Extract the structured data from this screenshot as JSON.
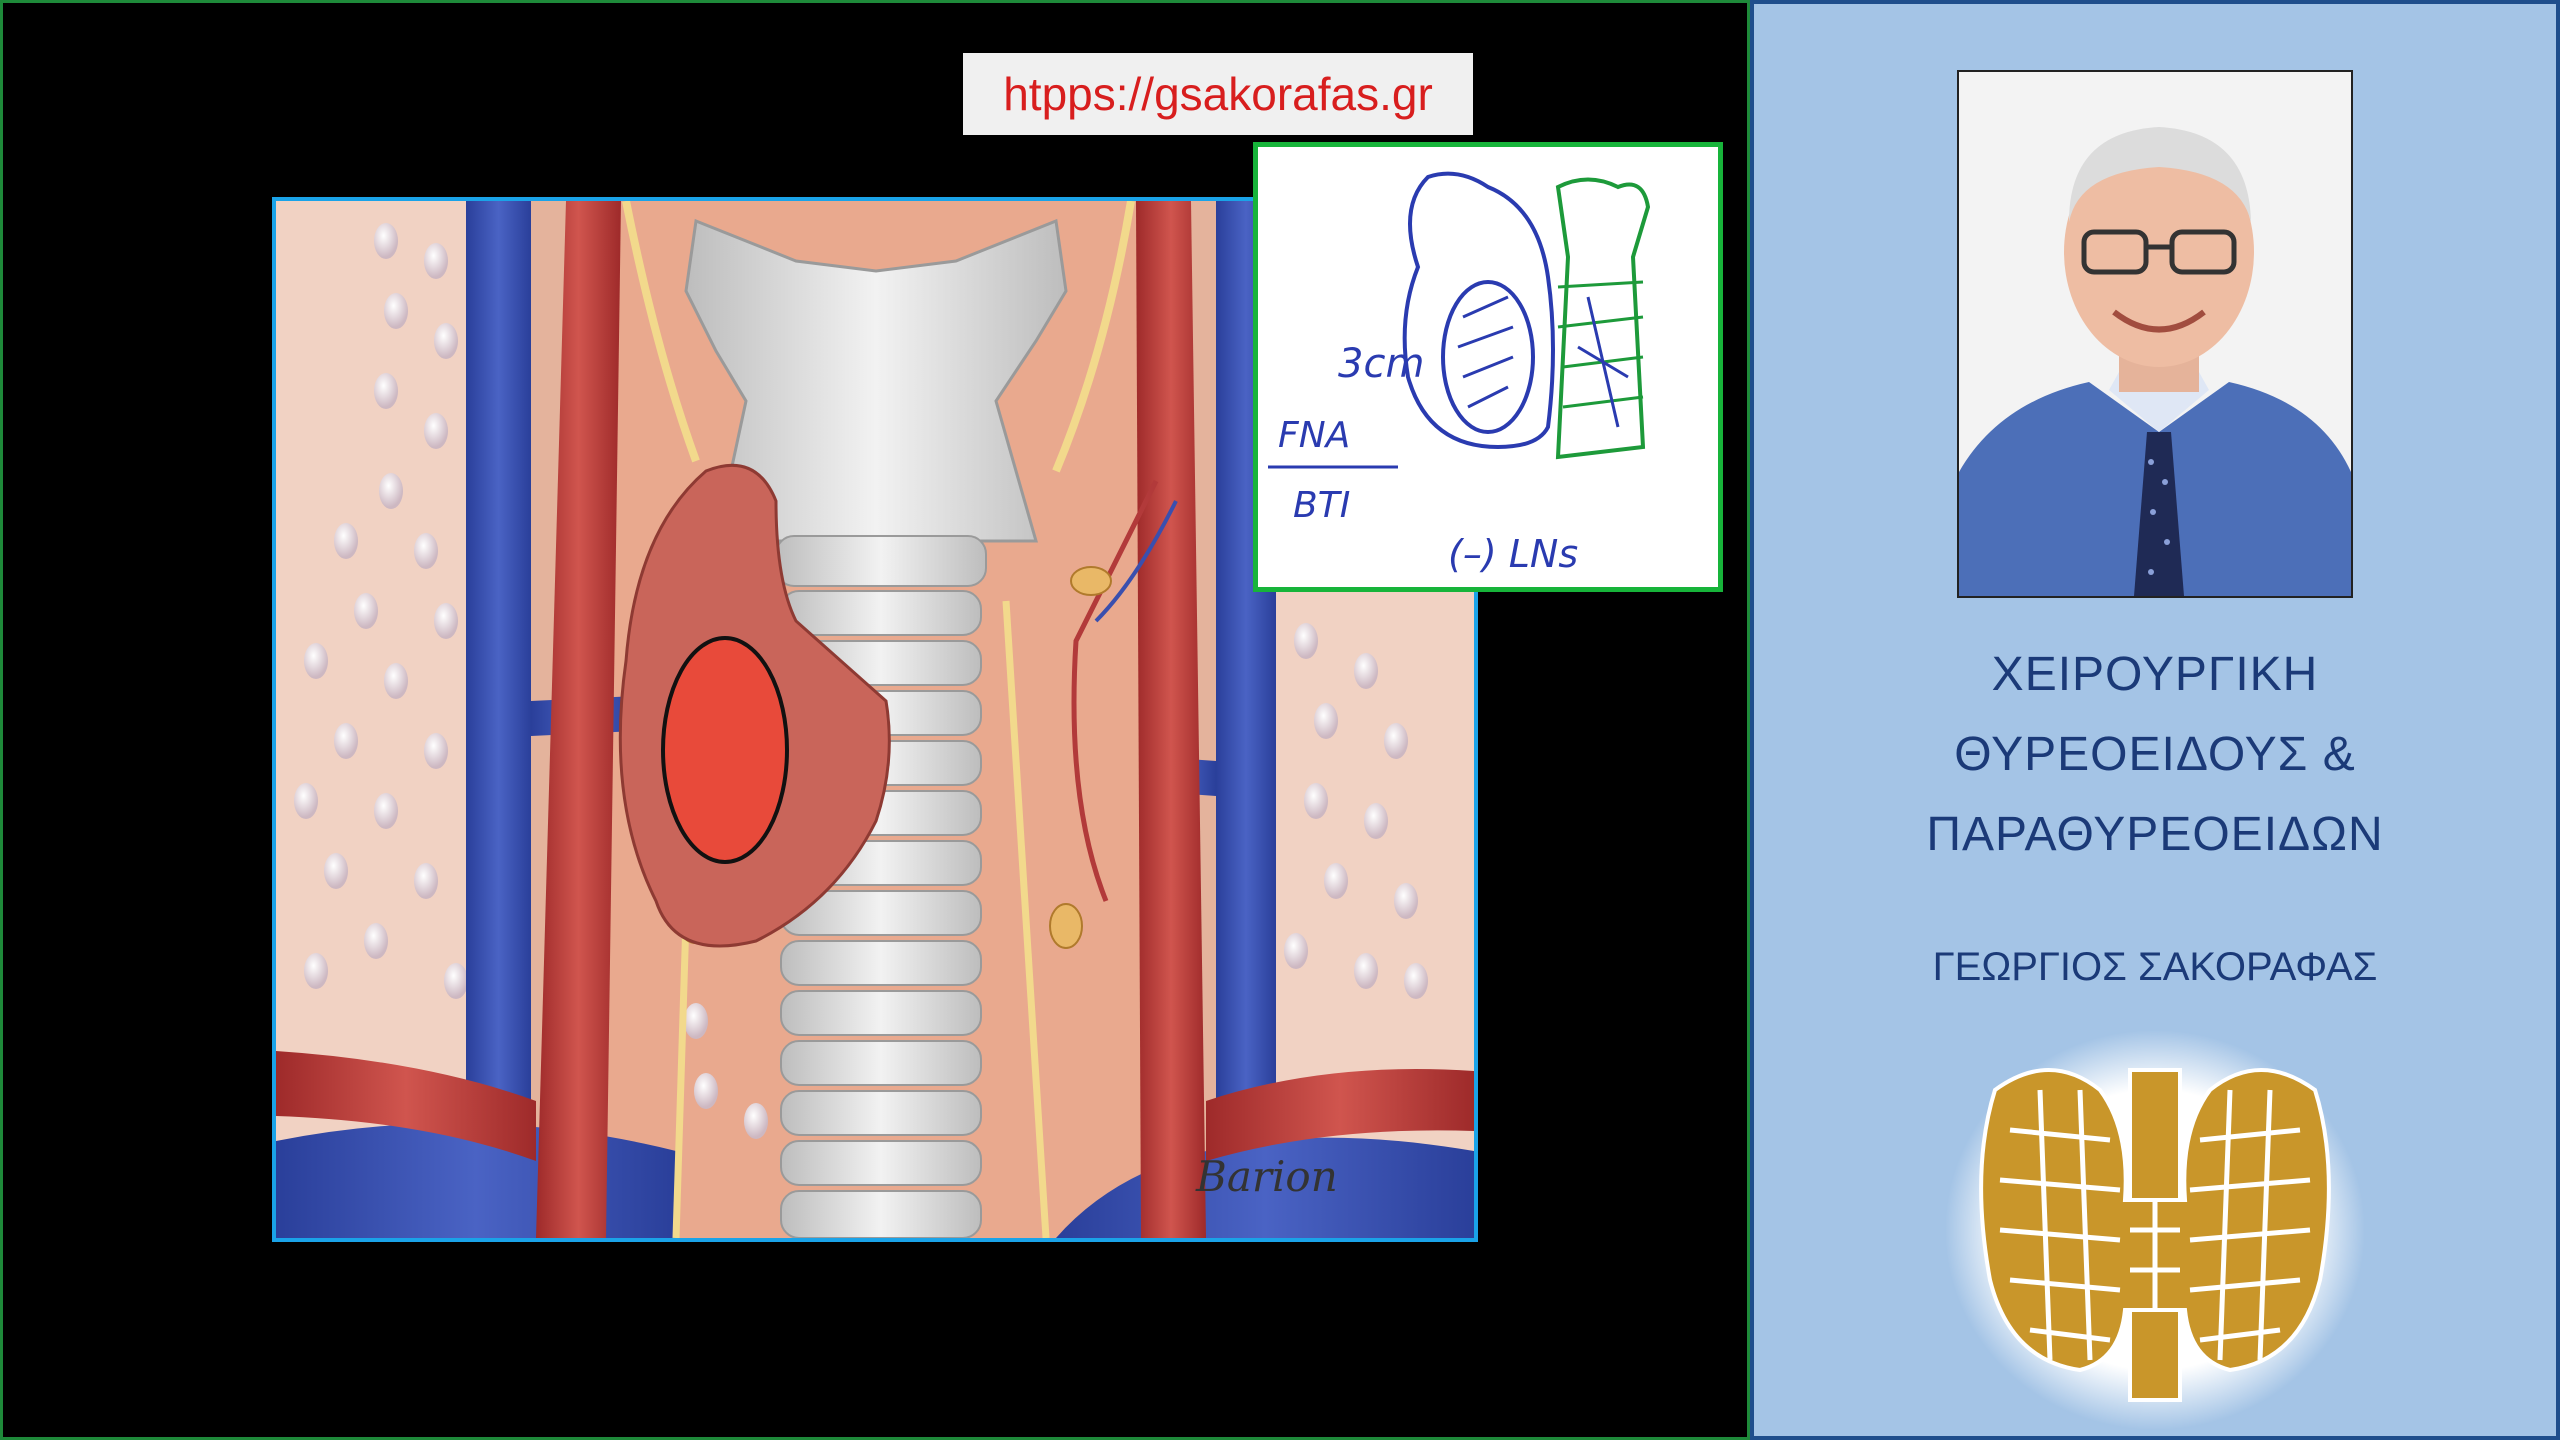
{
  "website_url": "htpps://gsakorafas.gr",
  "title_lines": [
    "ΧΕΙΡΟΥΡΓΙΚΗ",
    "ΘΥΡΕΟΕΙΔΟΥΣ &",
    "ΠΑΡΑΘΥΡΕΟΕΙΔΩΝ"
  ],
  "author": "ΓΕΩΡΓΙΟΣ ΣΑΚΟΡΑΦΑΣ",
  "sketch_notes": {
    "size": "3cm",
    "procedure_top": "FNA",
    "procedure_bottom": "BTI",
    "nodes": "(–) LNs"
  },
  "colors": {
    "main_border": "#1e8a3a",
    "sidebar_background": "#a4c4e6",
    "sidebar_border": "#1f4e8c",
    "title_text": "#1b3a78",
    "url_text": "#d81e1e",
    "illustration_border": "#1aa3e8",
    "sketch_border": "#17b43a",
    "logo_gold": "#c9962a"
  },
  "icons": [
    "neck-anatomy-illustration",
    "handwritten-sketch",
    "surgeon-portrait",
    "thyroid-gland-logo"
  ]
}
